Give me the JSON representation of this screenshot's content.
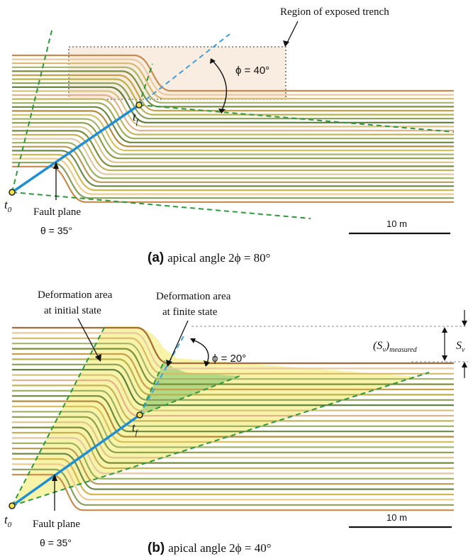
{
  "panels": [
    {
      "id": "a",
      "label_letter": "(a)",
      "caption": "apical angle 2ϕ = 80°",
      "trench_label": "Region of exposed trench",
      "phi_label": "ϕ = 40°",
      "t_f": "t",
      "t_f_sub": "f",
      "t_0": "t",
      "t_0_sub": "0",
      "fault_label": "Fault plane",
      "theta_label": "θ = 35°",
      "scale_label": "10 m",
      "layer_colors": [
        "#c98a4b",
        "#e9c9a0",
        "#d9b86a",
        "#a8b46b",
        "#7c8f3a",
        "#c9a04a",
        "#b9b24a",
        "#8aa05a",
        "#5e7d3a",
        "#d8c27a",
        "#e7b08c",
        "#c4b35c",
        "#9bae5e",
        "#6f8a3c",
        "#b58a3a",
        "#d9c05c",
        "#a3b46c",
        "#8c9e4a",
        "#dcc48a",
        "#7a8c3c",
        "#c8b05a",
        "#e3c7a5",
        "#9ab05c",
        "#b79a55",
        "#6e8a4a",
        "#d6b64e",
        "#f0c98c",
        "#8aa05a",
        "#c98a4b"
      ]
    },
    {
      "id": "b",
      "label_letter": "(b)",
      "caption": "apical angle 2ϕ = 40°",
      "deform_initial_label_1": "Deformation area",
      "deform_initial_label_2": "at initial state",
      "deform_finite_label_1": "Deformation area",
      "deform_finite_label_2": "at finite state",
      "phi_label": "ϕ = 20°",
      "sv_measured_main": "(S",
      "sv_measured_sub1": "v",
      "sv_measured_close": ")",
      "sv_measured_sub2": "measured",
      "sv_main": "S",
      "sv_sub": "v",
      "t_f": "t",
      "t_f_sub": "f",
      "t_0": "t",
      "t_0_sub": "0",
      "fault_label": "Fault plane",
      "theta_label": "θ = 35°",
      "scale_label": "10 m",
      "layer_colors": [
        "#a86a3a",
        "#e9c9a0",
        "#d9b86a",
        "#a8b46b",
        "#7c8f3a",
        "#c9a04a",
        "#b9b24a",
        "#8aa05a",
        "#5e7d3a",
        "#d8c27a",
        "#e7b08c",
        "#c4b35c",
        "#9bae5e",
        "#6f8a3c",
        "#b58a3a",
        "#d9c05c",
        "#a3b46c",
        "#8c9e4a",
        "#dcc48a",
        "#7a8c3c",
        "#c8b05a",
        "#e3c7a5",
        "#9ab05c",
        "#b79a55",
        "#6e8a4a",
        "#d6b64e",
        "#f0c98c",
        "#8aa05a",
        "#c98a4b"
      ]
    }
  ],
  "colors": {
    "fault": "#1e8fd5",
    "fault_ext": "#3aa0e0",
    "guide_green": "#2a9a3a",
    "point_fill": "#f5e14a",
    "point_stroke": "#222222",
    "shade_initial": "#f6f29a",
    "shade_finite": "#9ed07a",
    "trench_fill": "#f8ede0"
  }
}
